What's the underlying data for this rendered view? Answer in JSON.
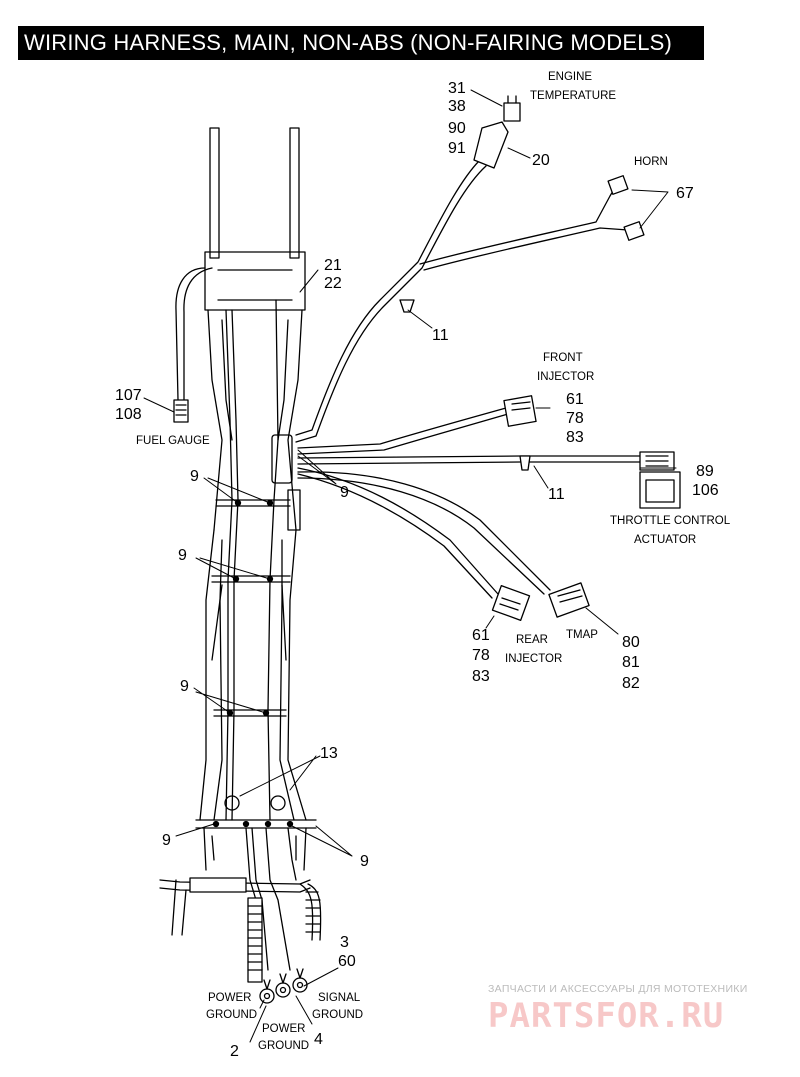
{
  "title": "WIRING HARNESS, MAIN, NON-ABS (NON-FAIRING MODELS)",
  "watermark": {
    "subtitle": "ЗАПЧАСТИ И АКСЕССУАРЫ ДЛЯ МОТОТЕХНИКИ",
    "logo": "PARTSFOR.RU"
  },
  "callouts": {
    "engine_temp_nums": [
      "31",
      "38",
      "90",
      "91"
    ],
    "engine_temp_label": [
      "ENGINE",
      "TEMPERATURE"
    ],
    "n20": "20",
    "horn_label": "HORN",
    "n67": "67",
    "n21_22": [
      "21",
      "22"
    ],
    "n11_top": "11",
    "front_injector_label": [
      "FRONT",
      "INJECTOR"
    ],
    "front_injector_nums": [
      "61",
      "78",
      "83"
    ],
    "n107_108": [
      "107",
      "108"
    ],
    "fuel_gauge_label": "FUEL GAUGE",
    "n9_a": "9",
    "n9_b": "9",
    "n11_mid": "11",
    "n89_106": [
      "89",
      "106"
    ],
    "throttle_label": [
      "THROTTLE CONTROL",
      "ACTUATOR"
    ],
    "n9_c": "9",
    "rear_injector_nums": [
      "61",
      "78",
      "83"
    ],
    "rear_injector_label": [
      "REAR",
      "INJECTOR"
    ],
    "tmap_label": "TMAP",
    "tmap_nums": [
      "80",
      "81",
      "82"
    ],
    "n9_d": "9",
    "n13": "13",
    "n9_e": "9",
    "n9_f": "9",
    "n3_60": [
      "3",
      "60"
    ],
    "power_ground_left": [
      "POWER",
      "GROUND"
    ],
    "signal_ground": [
      "SIGNAL",
      "GROUND"
    ],
    "power_ground_center": [
      "POWER",
      "GROUND"
    ],
    "n2": "2",
    "n4": "4"
  },
  "colors": {
    "ink": "#000000",
    "title_bg": "#000000",
    "title_fg": "#ffffff",
    "watermark": "#f7c8c8"
  }
}
